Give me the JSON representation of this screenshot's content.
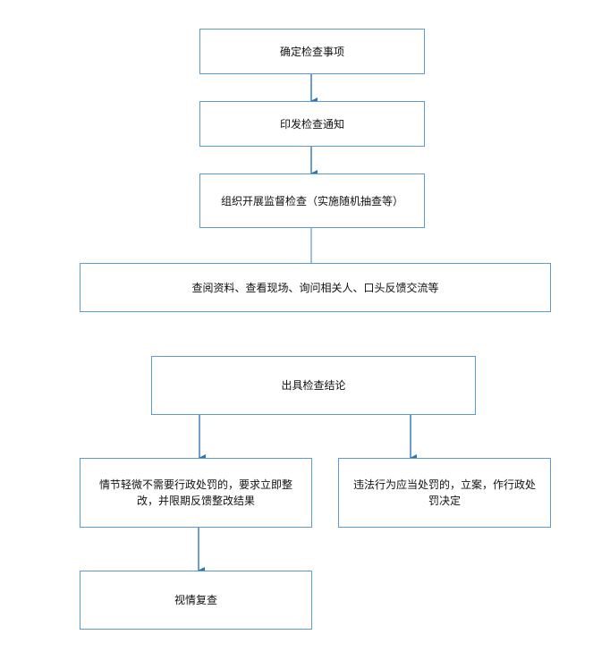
{
  "colors": {
    "box_border": "#5b9bd5",
    "arrow": "#2e75b6",
    "plain_line": "#5b9bd5"
  },
  "steps": {
    "step1": "确定检查事项",
    "step2": "印发检查通知",
    "step3": "组织开展监督检查（实施随机抽查等）",
    "step4": "查阅资料、查看现场、询问相关人、口头反馈交流等",
    "step5": "出具检查结论",
    "branch_left": "情节轻微不需要行政处罚的，要求立即整改，并限期反馈整改结果",
    "branch_right": "违法行为应当处罚的，立案，作行政处罚决定",
    "step_final": "视情复查"
  }
}
